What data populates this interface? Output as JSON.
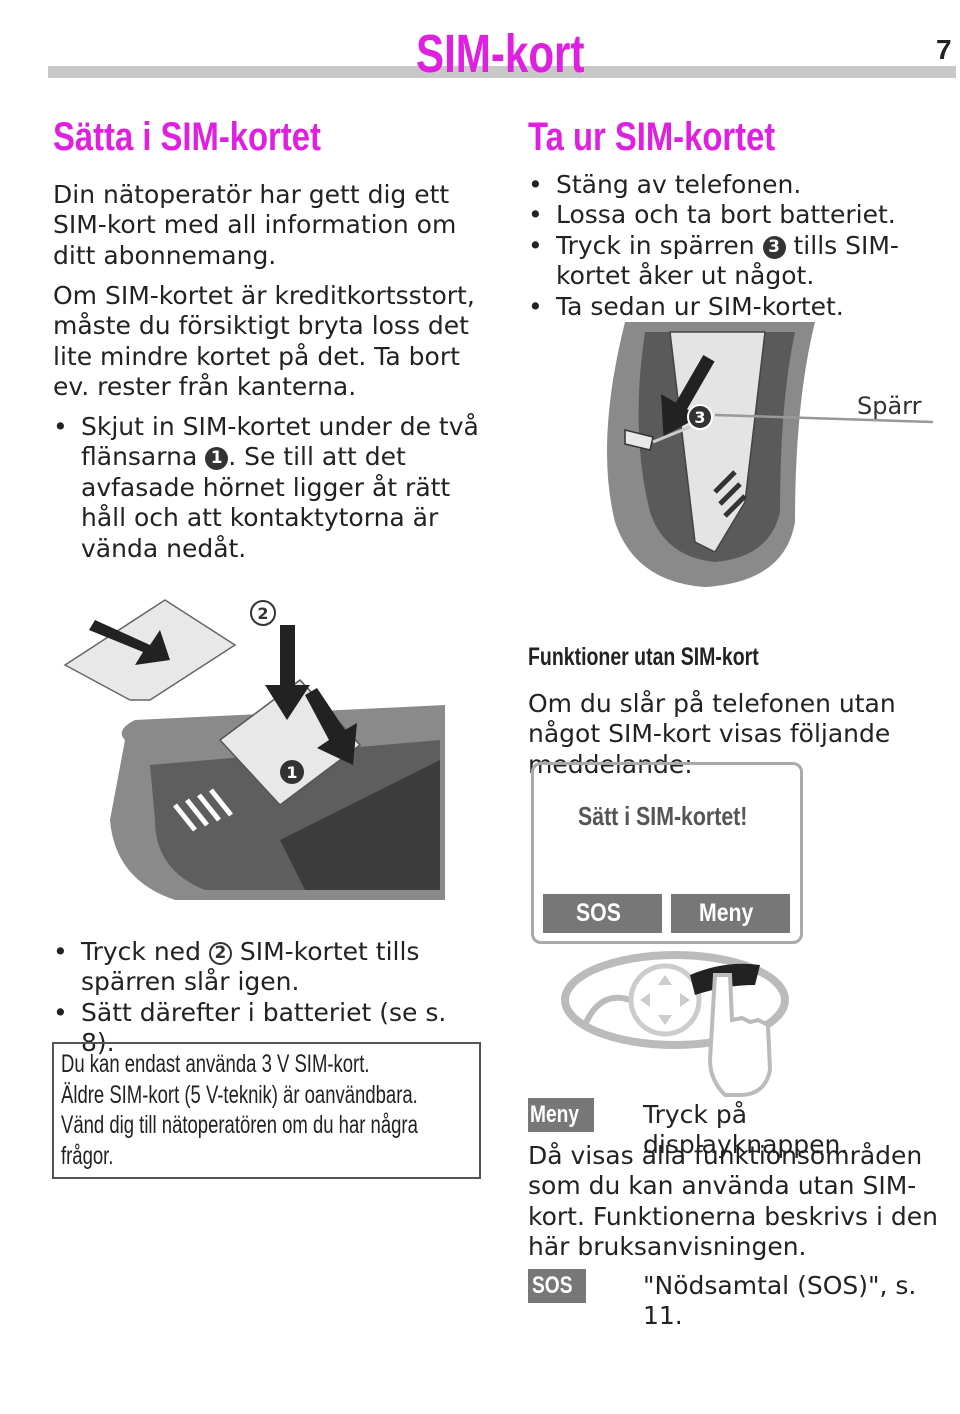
{
  "header": {
    "title": "SIM-kort",
    "page_number": "7"
  },
  "left": {
    "heading": "Sätta i SIM-kortet",
    "para1": "Din nätoperatör har gett dig ett SIM-kort med all information om ditt abonnemang.",
    "para2": "Om SIM-kortet är kreditkortsstort, måste du försiktigt bryta loss det lite mindre kortet på det. Ta bort ev. rester från kanterna.",
    "bullet1_before": "Skjut in SIM-kortet under de två flänsarna",
    "bullet1_num": "1",
    "bullet1_after": ". Se till att det avfasade hörnet ligger åt rätt håll och att kontaktytorna är vända nedåt.",
    "illustration_label_1": "1",
    "illustration_label_2": "2",
    "bullet2_before": "Tryck ned",
    "bullet2_num": "2",
    "bullet2_after": "SIM-kortet tills spärren slår igen.",
    "bullet3": "Sätt därefter i batteriet (se s. 8).",
    "note_line1": "Du kan endast använda 3 V SIM-kort.",
    "note_line2": "Äldre SIM-kort (5 V-teknik) är oanvändbara.",
    "note_line3": "Vänd dig till nätoperatören om du har några",
    "note_line4": "frågor."
  },
  "right": {
    "heading": "Ta ur SIM-kortet",
    "bullet1": "Stäng av telefonen.",
    "bullet2": "Lossa och ta bort batteriet.",
    "bullet3_before": "Tryck in spärren",
    "bullet3_num": "3",
    "bullet3_after": "tills SIM-kortet åker ut något.",
    "bullet4": "Ta sedan ur SIM-kortet.",
    "illustration_label_3": "3",
    "illustration_callout": "Spärr",
    "subheading": "Funktioner utan SIM-kort",
    "para1": "Om du slår på telefonen utan något SIM-kort visas följande meddelande:",
    "display_message": "Sätt i SIM-kortet!",
    "softkey_left": "SOS",
    "softkey_right": "Meny",
    "meny_key": "Meny",
    "meny_desc": "Tryck på displayknappen.",
    "para2": "Då visas alla funktionsområden som du kan använda utan SIM-kort. Funktionerna beskrivs i den här bruksanvisningen.",
    "sos_key": "SOS",
    "sos_desc": "\"Nödsamtal (SOS)\", s. 11."
  },
  "colors": {
    "accent": "#e020e0",
    "key_grey": "#777777",
    "header_bar": "#c8c8c8"
  }
}
